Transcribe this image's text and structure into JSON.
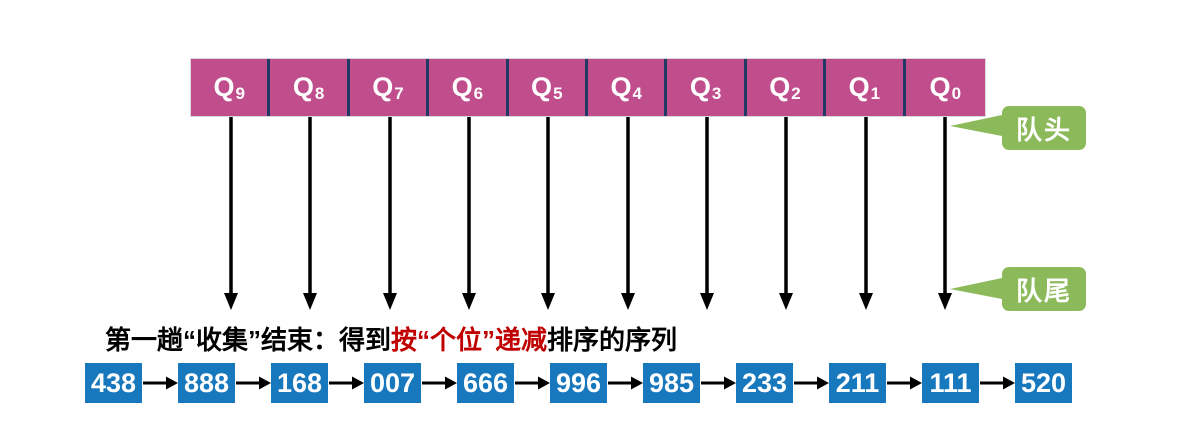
{
  "queue_bar": {
    "cells": [
      {
        "base": "Q",
        "sub": "9"
      },
      {
        "base": "Q",
        "sub": "8"
      },
      {
        "base": "Q",
        "sub": "7"
      },
      {
        "base": "Q",
        "sub": "6"
      },
      {
        "base": "Q",
        "sub": "5"
      },
      {
        "base": "Q",
        "sub": "4"
      },
      {
        "base": "Q",
        "sub": "3"
      },
      {
        "base": "Q",
        "sub": "2"
      },
      {
        "base": "Q",
        "sub": "1"
      },
      {
        "base": "Q",
        "sub": "0"
      }
    ]
  },
  "callouts": {
    "head_label": "队头",
    "tail_label": "队尾"
  },
  "caption": {
    "part1": "第一趟“收集”结束：得到",
    "highlight": "按“个位”递减",
    "part2": "排序的序列"
  },
  "sequence": {
    "values": [
      "438",
      "888",
      "168",
      "007",
      "666",
      "996",
      "985",
      "233",
      "211",
      "111",
      "520"
    ]
  },
  "colors": {
    "queue_fill": "#c04e8c",
    "divider": "#1f3864",
    "callout_green": "#8cba5a",
    "node_blue": "#1778be",
    "highlight_red": "#c00000",
    "arrow_black": "#000000"
  }
}
